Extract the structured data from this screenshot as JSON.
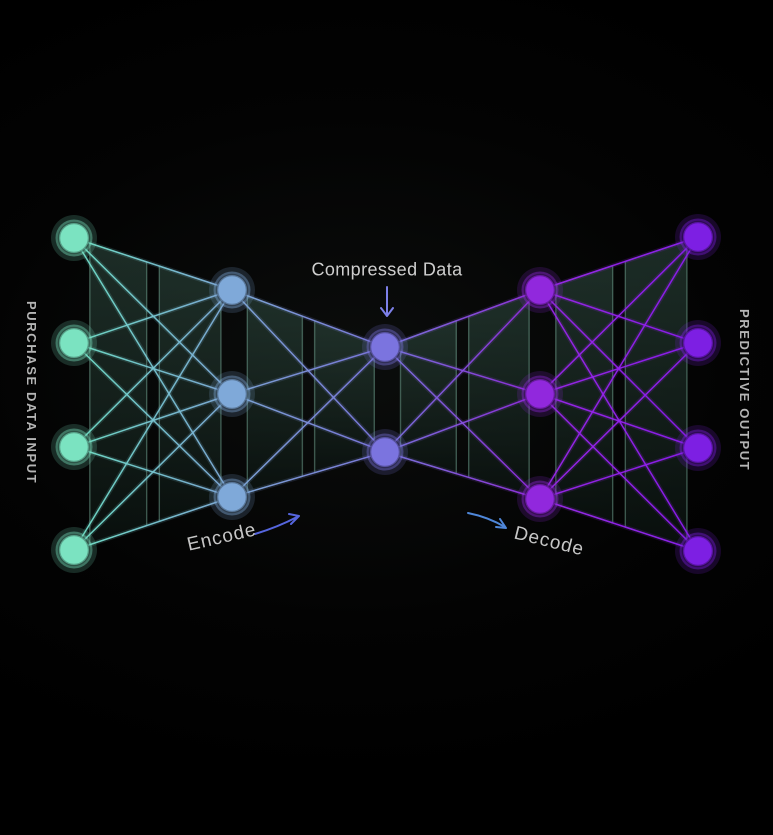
{
  "side_labels": {
    "left": "PURCHASE DATA INPUT",
    "right": "PREDICTIVE OUTPUT"
  },
  "annotations": {
    "compressed_label": "Compressed Data",
    "encode_label": "Encode",
    "decode_label": "Decode",
    "arrow_colors": {
      "compressed": "#7d80e8",
      "encode": "#5565dd",
      "decode": "#4f87d9"
    }
  },
  "diagram": {
    "type": "autoencoder-network",
    "background": "#000000",
    "text_color": "#c6c6c6",
    "layers": [
      {
        "name": "purchase-data-input",
        "nodes": 4,
        "color": "#7be3c1"
      },
      {
        "name": "encoder-hidden",
        "nodes": 3,
        "color": "#7fa9d9"
      },
      {
        "name": "compressed-bottleneck",
        "nodes": 2,
        "color": "#7b74df"
      },
      {
        "name": "decoder-hidden",
        "nodes": 3,
        "color": "#9128dd"
      },
      {
        "name": "predictive-output",
        "nodes": 4,
        "color": "#7d1fe3"
      }
    ],
    "edge_gradients": [
      [
        "#6fe0c8",
        "#7fa9d9"
      ],
      [
        "#7fa9d9",
        "#7b74df"
      ],
      [
        "#7b74df",
        "#9128dd"
      ],
      [
        "#9a27ea",
        "#8c1bf0"
      ]
    ],
    "panel": {
      "stroke": "rgba(125,180,160,0.45)",
      "fill_top": "rgba(52,84,72,0.50)",
      "fill_bottom": "rgba(13,24,20,0.55)"
    }
  }
}
